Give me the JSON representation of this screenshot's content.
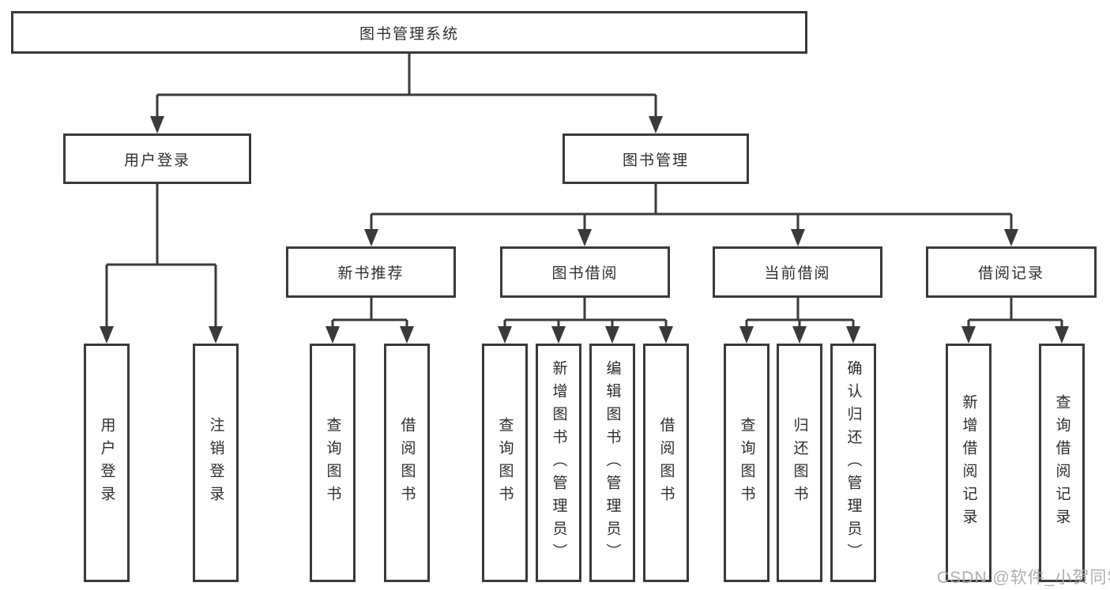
{
  "diagram_type": "hierarchy-tree",
  "tree": {
    "root": {
      "label": "图书管理系统"
    },
    "branches": [
      {
        "id": "user-login",
        "label": "用户登录",
        "leaves": [
          "用户登录",
          "注销登录"
        ]
      },
      {
        "id": "book-management",
        "label": "图书管理",
        "sections": [
          {
            "id": "new-book-recommendation",
            "label": "新书推荐",
            "leaves": [
              "查询图书",
              "借阅图书"
            ]
          },
          {
            "id": "book-borrowing",
            "label": "图书借阅",
            "leaves": [
              "查询图书",
              "新增图书（管理员）",
              "编辑图书（管理员）",
              "借阅图书"
            ]
          },
          {
            "id": "current-borrowing",
            "label": "当前借阅",
            "leaves": [
              "查询图书",
              "归还图书",
              "确认归还（管理员）"
            ]
          },
          {
            "id": "borrowing-records",
            "label": "借阅记录",
            "leaves": [
              "新增借阅记录",
              "查询借阅记录"
            ]
          }
        ]
      }
    ]
  },
  "watermark": "CSDN @软件_小贺同学",
  "colors": {
    "line": "#3a3a3a",
    "border": "#3a3a3a",
    "text": "#2e2e2e",
    "watermark": "#a9a9a9",
    "background": "#ffffff"
  }
}
